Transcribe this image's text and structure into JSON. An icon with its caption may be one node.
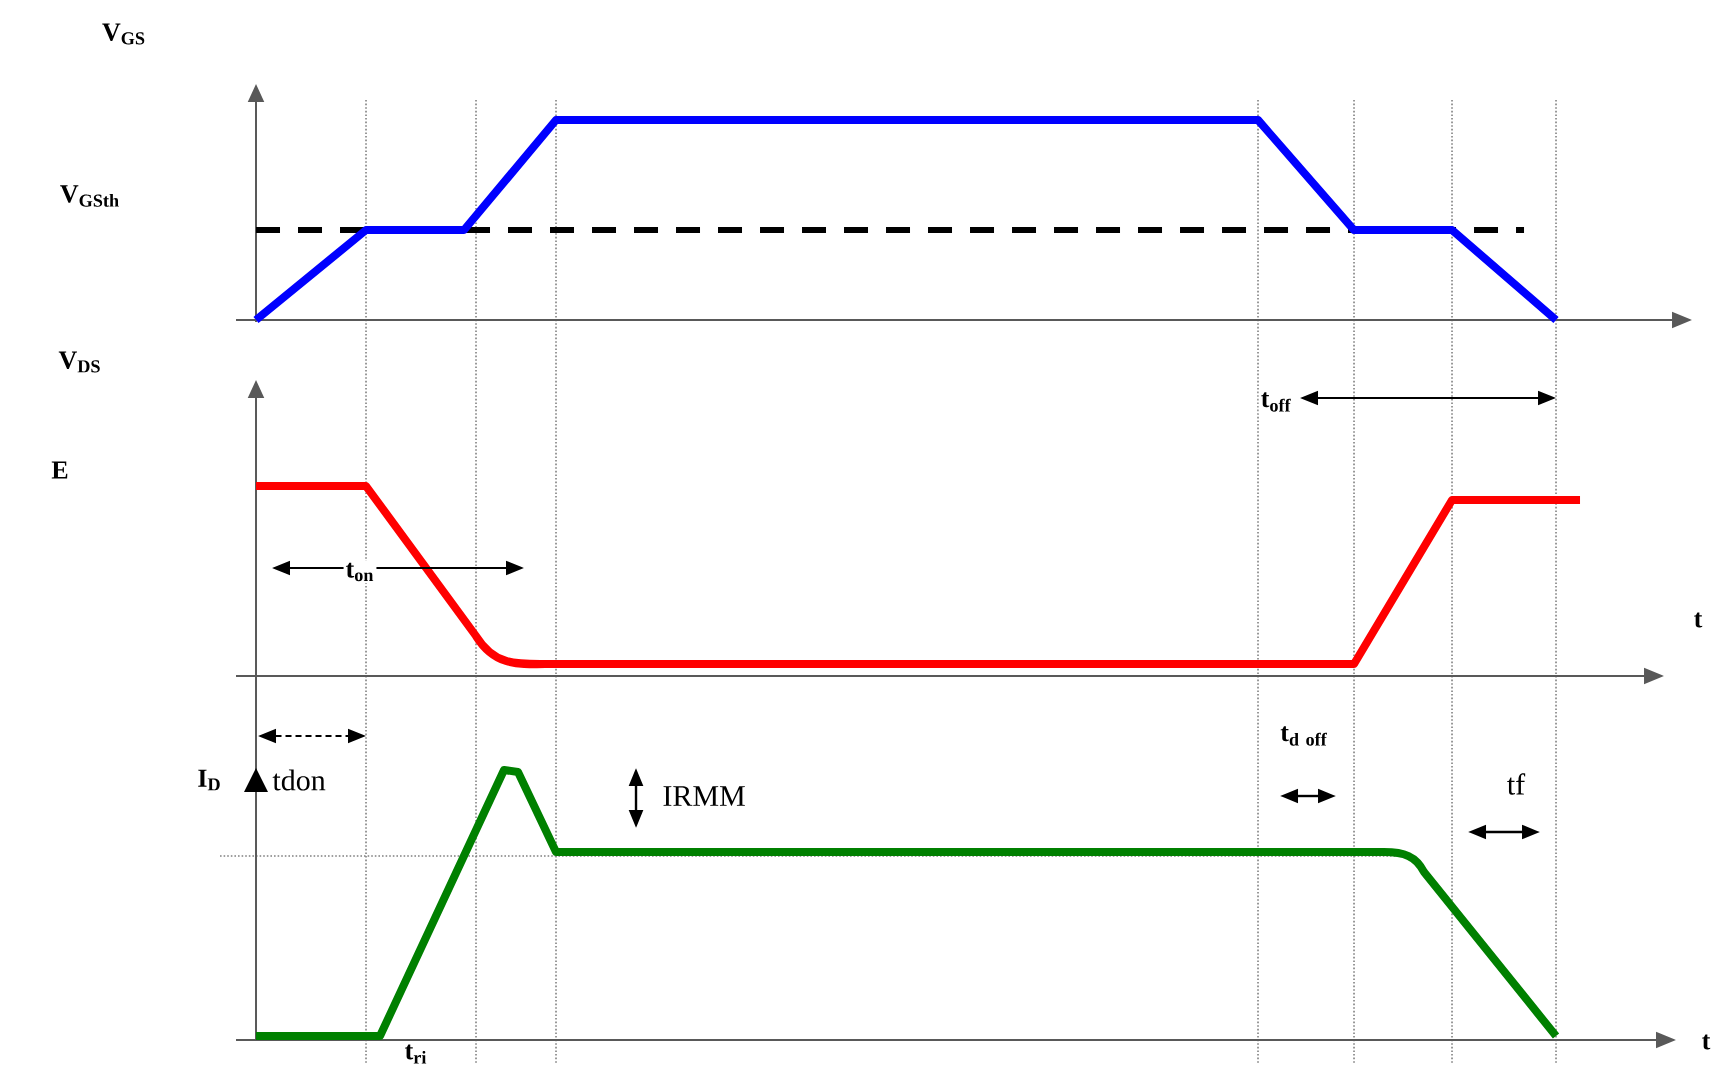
{
  "diagram": {
    "labels": [
      "V$_{GS}$",
      "V$_{GSth}$",
      "V$_{DS}$",
      "t$_{off}$",
      "E",
      "t$_{on}$",
      "t",
      "\\mathbf{t_{d\\ off}}",
      "I$_{D}$",
      "tdon",
      "IRMM",
      "tf",
      "t$_{ri}$",
      "t"
    ]
  }
}
